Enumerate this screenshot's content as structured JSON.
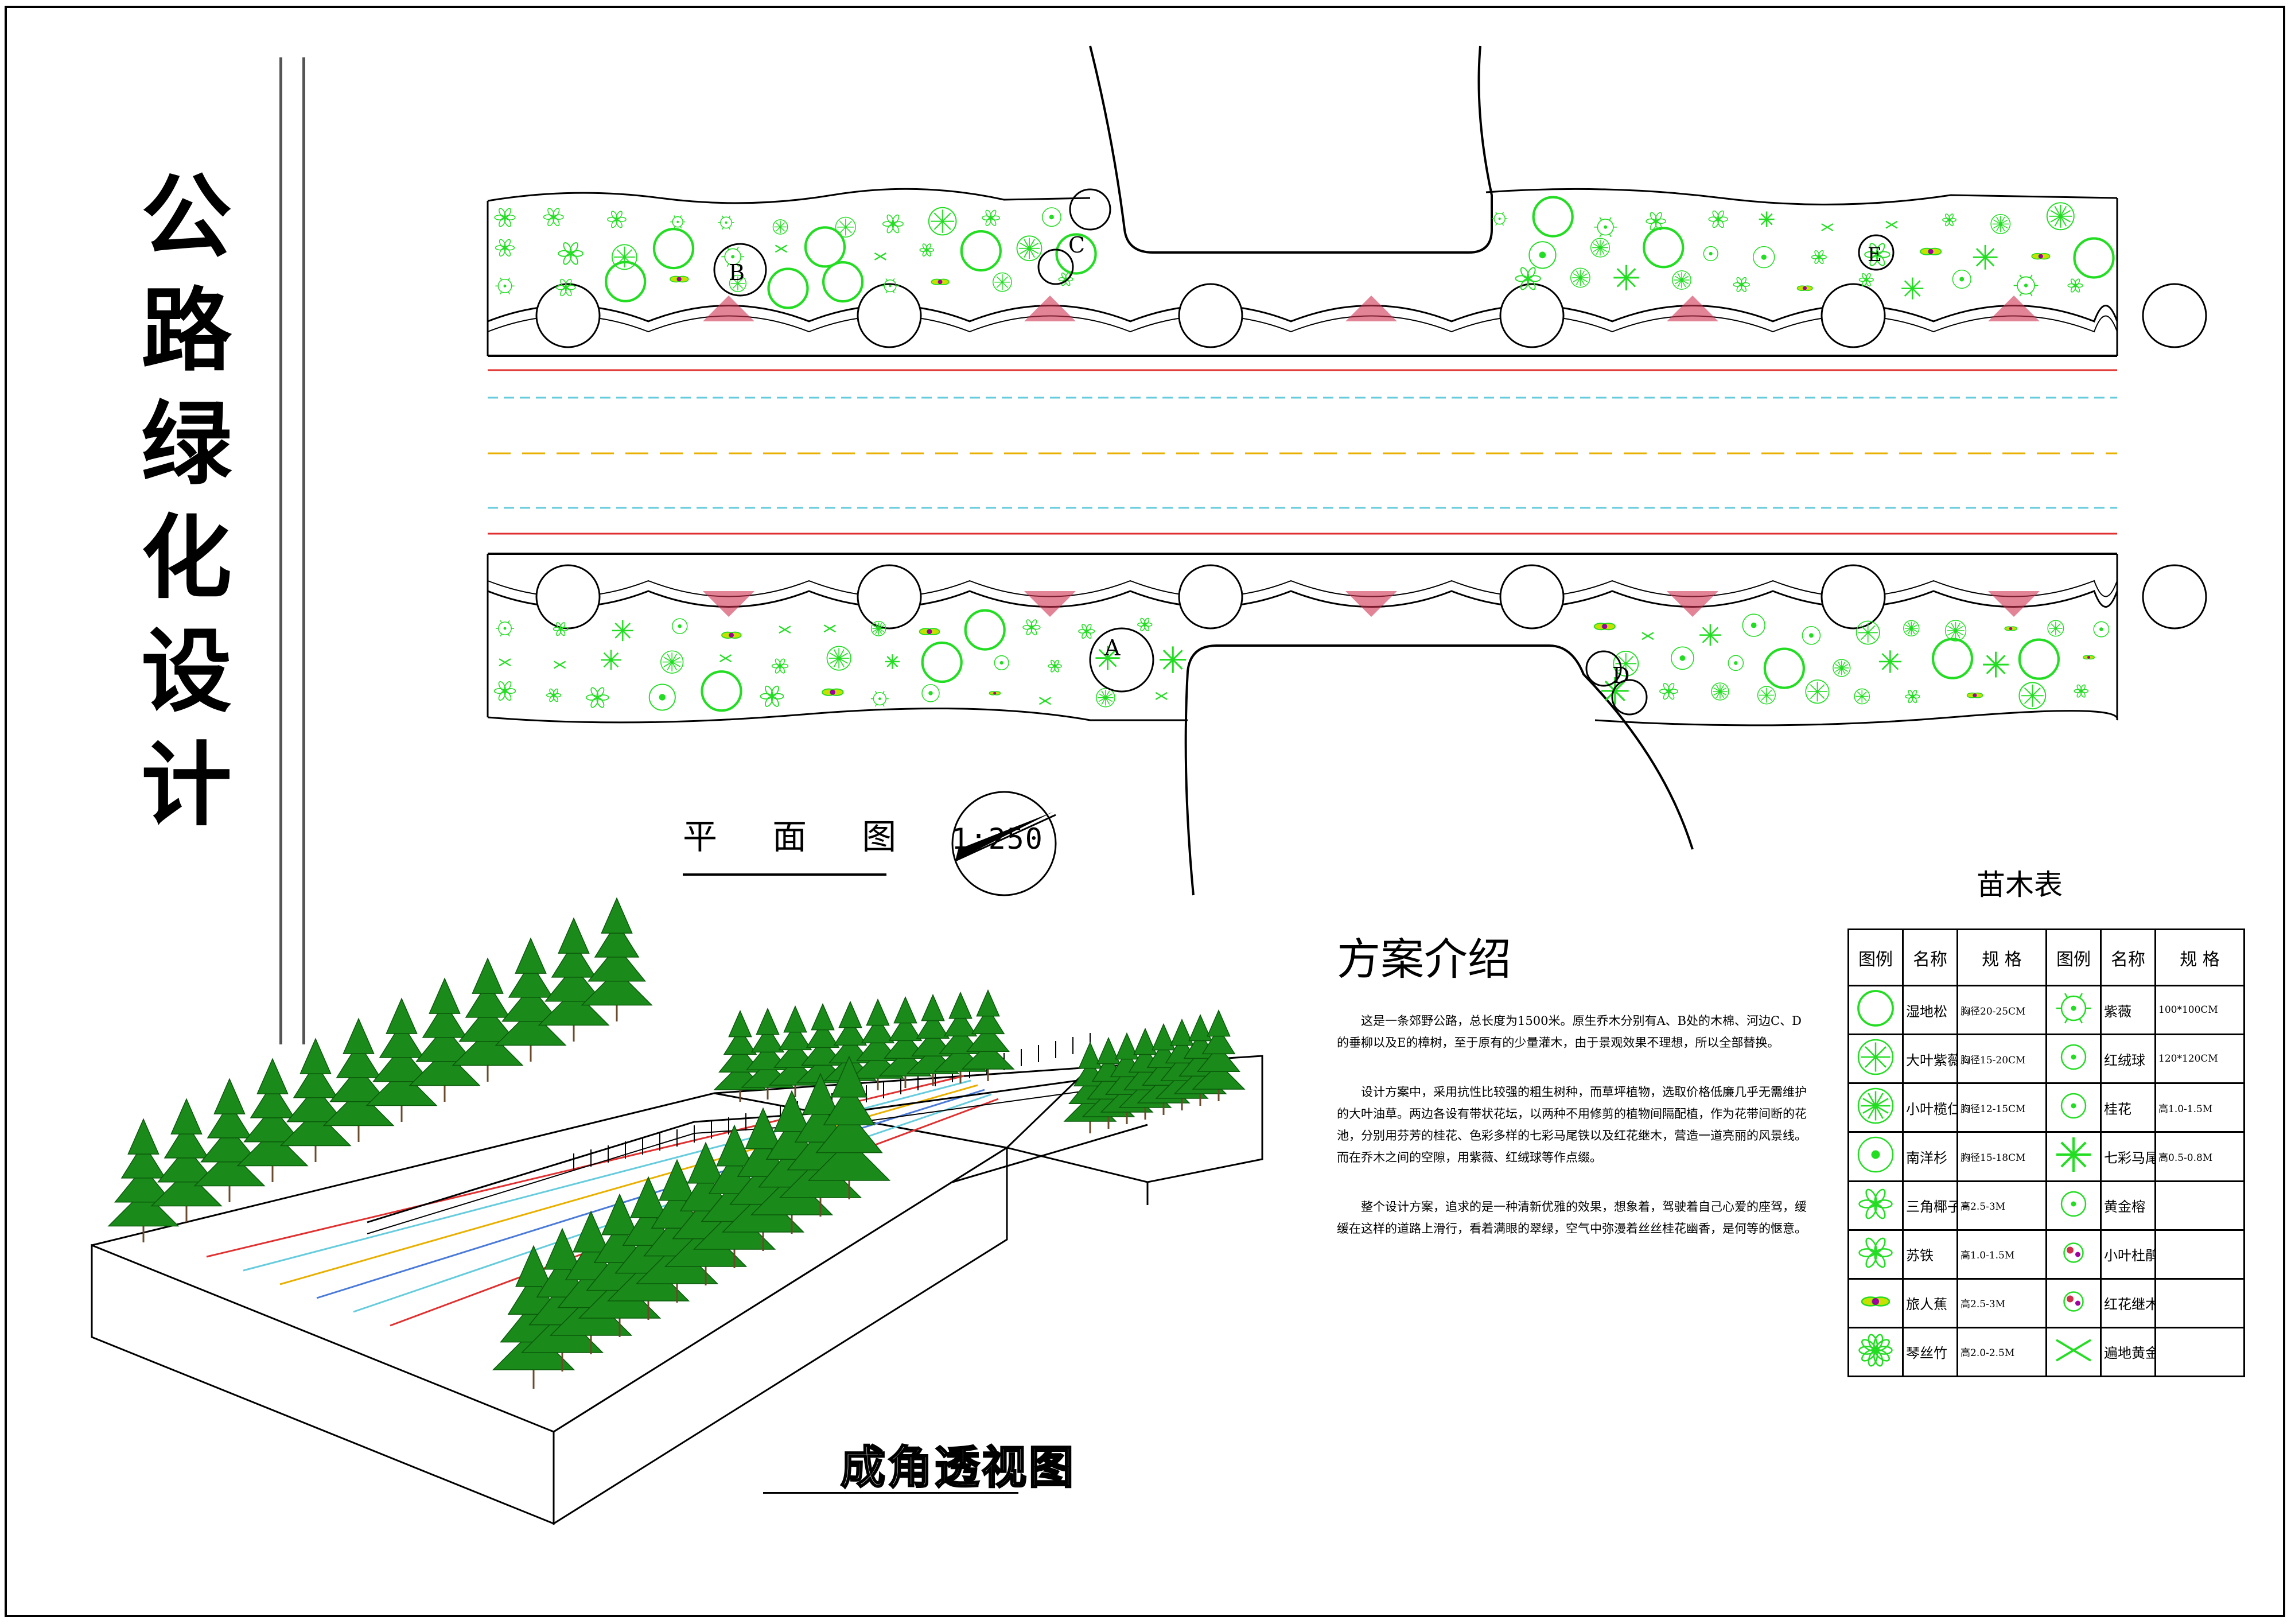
{
  "title": [
    "公",
    "路",
    "绿",
    "化",
    "设",
    "计"
  ],
  "plan": {
    "label": "平 面 图",
    "scale": "1:250",
    "markers": [
      "A",
      "B",
      "C",
      "D",
      "E"
    ]
  },
  "intro": {
    "title": "方案介绍",
    "paragraphs": [
      "这是一条郊野公路，总长度为1500米。原生乔木分别有A、B处的木棉、河边C、D的垂柳以及E的樟树，至于原有的少量灌木，由于景观效果不理想，所以全部替换。",
      "设计方案中，采用抗性比较强的粗生树种，而草坪植物，选取价格低廉几乎无需维护的大叶油草。两边各设有带状花坛，以两种不用修剪的植物间隔配植，作为花带间断的花池，分别用芬芳的桂花、色彩多样的七彩马尾铁以及红花继木，营造一道亮丽的风景线。而在乔木之间的空隙，用紫薇、红绒球等作点缀。",
      "整个设计方案，追求的是一种清新优雅的效果，想象着，驾驶着自己心爱的座驾，缓缓在这样的道路上滑行，看着满眼的翠绿，空气中弥漫着丝丝桂花幽香，是何等的惬意。"
    ]
  },
  "nursery_table": {
    "title": "苗木表",
    "headers": [
      "图例",
      "名称",
      "规  格",
      "图例",
      "名称",
      "规  格"
    ],
    "rows": [
      {
        "icon_left": "big-tree-icon",
        "name_left": "湿地松",
        "spec_left": "胸径20-25CM",
        "icon_right": "crepe-myrtle-icon",
        "name_right": "紫薇",
        "spec_right": "100*100CM"
      },
      {
        "icon_left": "tree-star-icon",
        "name_left": "大叶紫薇",
        "spec_left": "胸径15-20CM",
        "icon_right": "red-ball-icon",
        "name_right": "红绒球",
        "spec_right": "120*120CM"
      },
      {
        "icon_left": "tree-radial-icon",
        "name_left": "小叶榄仁",
        "spec_left": "胸径12-15CM",
        "icon_right": "osmanthus-icon",
        "name_right": "桂花",
        "spec_right": "高1.0-1.5M"
      },
      {
        "icon_left": "ring-dot-icon",
        "name_left": "南洋杉",
        "spec_left": "胸径15-18CM",
        "icon_right": "dracaena-icon",
        "name_right": "七彩马尾铁",
        "spec_right": "高0.5-0.8M"
      },
      {
        "icon_left": "palm-icon",
        "name_left": "三角椰子",
        "spec_left": "高2.5-3M",
        "icon_right": "ficus-icon",
        "name_right": "黄金榕",
        "spec_right": ""
      },
      {
        "icon_left": "cycad-icon",
        "name_left": "苏铁",
        "spec_left": "高1.0-1.5M",
        "icon_right": "azalea-icon",
        "name_right": "小叶杜鹃",
        "spec_right": ""
      },
      {
        "icon_left": "travellers-palm-icon",
        "name_left": "旅人蕉",
        "spec_left": "高2.5-3M",
        "icon_right": "loropetalum-icon",
        "name_right": "红花继木",
        "spec_right": ""
      },
      {
        "icon_left": "bamboo-icon",
        "name_left": "琴丝竹",
        "spec_left": "高2.0-2.5M",
        "icon_right": "groundcover-icon",
        "name_right": "遍地黄金",
        "spec_right": ""
      }
    ]
  },
  "perspective": {
    "title": "成角透视图"
  },
  "colors": {
    "plant_green": "#22dd22",
    "tree_dark": "#1a8a1a",
    "road_red": "#e03030",
    "road_cyan": "#66ccdd",
    "road_yellow": "#e8b000",
    "road_blue": "#4a7ad8",
    "flower_red": "#d03050"
  }
}
